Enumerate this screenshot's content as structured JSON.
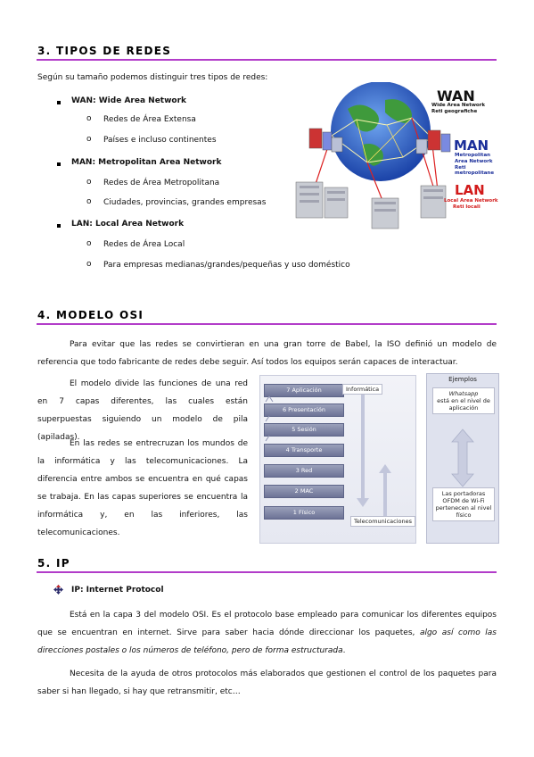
{
  "sections": {
    "redes": {
      "title": "3. TIPOS DE REDES"
    },
    "osi": {
      "title": "4. MODELO OSI"
    },
    "ip": {
      "title": "5. IP"
    }
  },
  "redes": {
    "intro": "Según su tamaño podemos distinguir tres tipos de redes:",
    "items": [
      {
        "label": "WAN: Wide Area Network",
        "sub": [
          "Redes de Área Extensa",
          "Países e incluso continentes"
        ]
      },
      {
        "label": "MAN: Metropolitan Area Network",
        "sub": [
          "Redes de Área Metropolitana",
          "Ciudades, provincias, grandes empresas"
        ]
      },
      {
        "label": "LAN: Local Area Network",
        "sub": [
          "Redes de Área Local",
          "Para empresas medianas/grandes/pequeñas y uso doméstico"
        ]
      }
    ],
    "figure": {
      "wan_title": "WAN",
      "wan_sub1": "Wide Area Network",
      "wan_sub2": "Reti geografiche",
      "man_title": "MAN",
      "man_sub1": "Metropolitan",
      "man_sub2": "Area Network",
      "man_sub3": "Reti metropolitane",
      "lan_title": "LAN",
      "lan_sub1": "Local Area Network",
      "lan_sub2": "Reti locali",
      "colors": {
        "wan": "#1a1a1a",
        "man": "#1b2f9a",
        "lan": "#d21a1a",
        "globe": "#2457c9"
      }
    }
  },
  "osi": {
    "p1": "Para evitar que las redes se convirtieran en una gran torre de Babel, la ISO definió un modelo de referencia que todo fabricante de redes debe seguir. Así todos los equipos serán capaces de interactuar.",
    "p2": "El modelo divide las funciones de una red en 7 capas diferentes, las cuales están superpuestas siguiendo un modelo de pila (apiladas).",
    "p3": "En las redes se entrecruzan los mundos de la informática y las telecomunicaciones. La diferencia entre ambos se encuentra en qué capas se trabaja. En las capas superiores se encuentra la informática y, en las inferiores, las telecomunicaciones.",
    "diagram": {
      "layers": [
        "7 Aplicación",
        "6 Presentación",
        "5 Sesión",
        "4 Transporte",
        "3 Red",
        "2 MAC",
        "1 Físico"
      ],
      "informatica": "Informática",
      "telecom": "Telecomunicaciones",
      "ejemplos": "Ejemplos",
      "whatsapp_name": "Whatsapp",
      "whatsapp_rest": "está en el nivel de aplicación",
      "fisico_card": "Las portadoras OFDM de Wi-Fi pertenecen al nivel físico"
    }
  },
  "ip": {
    "bullet": "IP: Internet Protocol",
    "p1_a": "Está en la capa 3 del modelo OSI. Es el protocolo base empleado para comunicar los diferentes equipos que se encuentran en internet. Sirve para saber hacia dónde direccionar los paquetes, ",
    "p1_b": "algo así como las direcciones postales o los números de teléfono, pero de forma estructurada",
    "p1_c": ".",
    "p2": "Necesita de la ayuda de otros protocolos más elaborados que gestionen el control de los paquetes para saber si han llegado, si hay que retransmitir, etc…"
  }
}
